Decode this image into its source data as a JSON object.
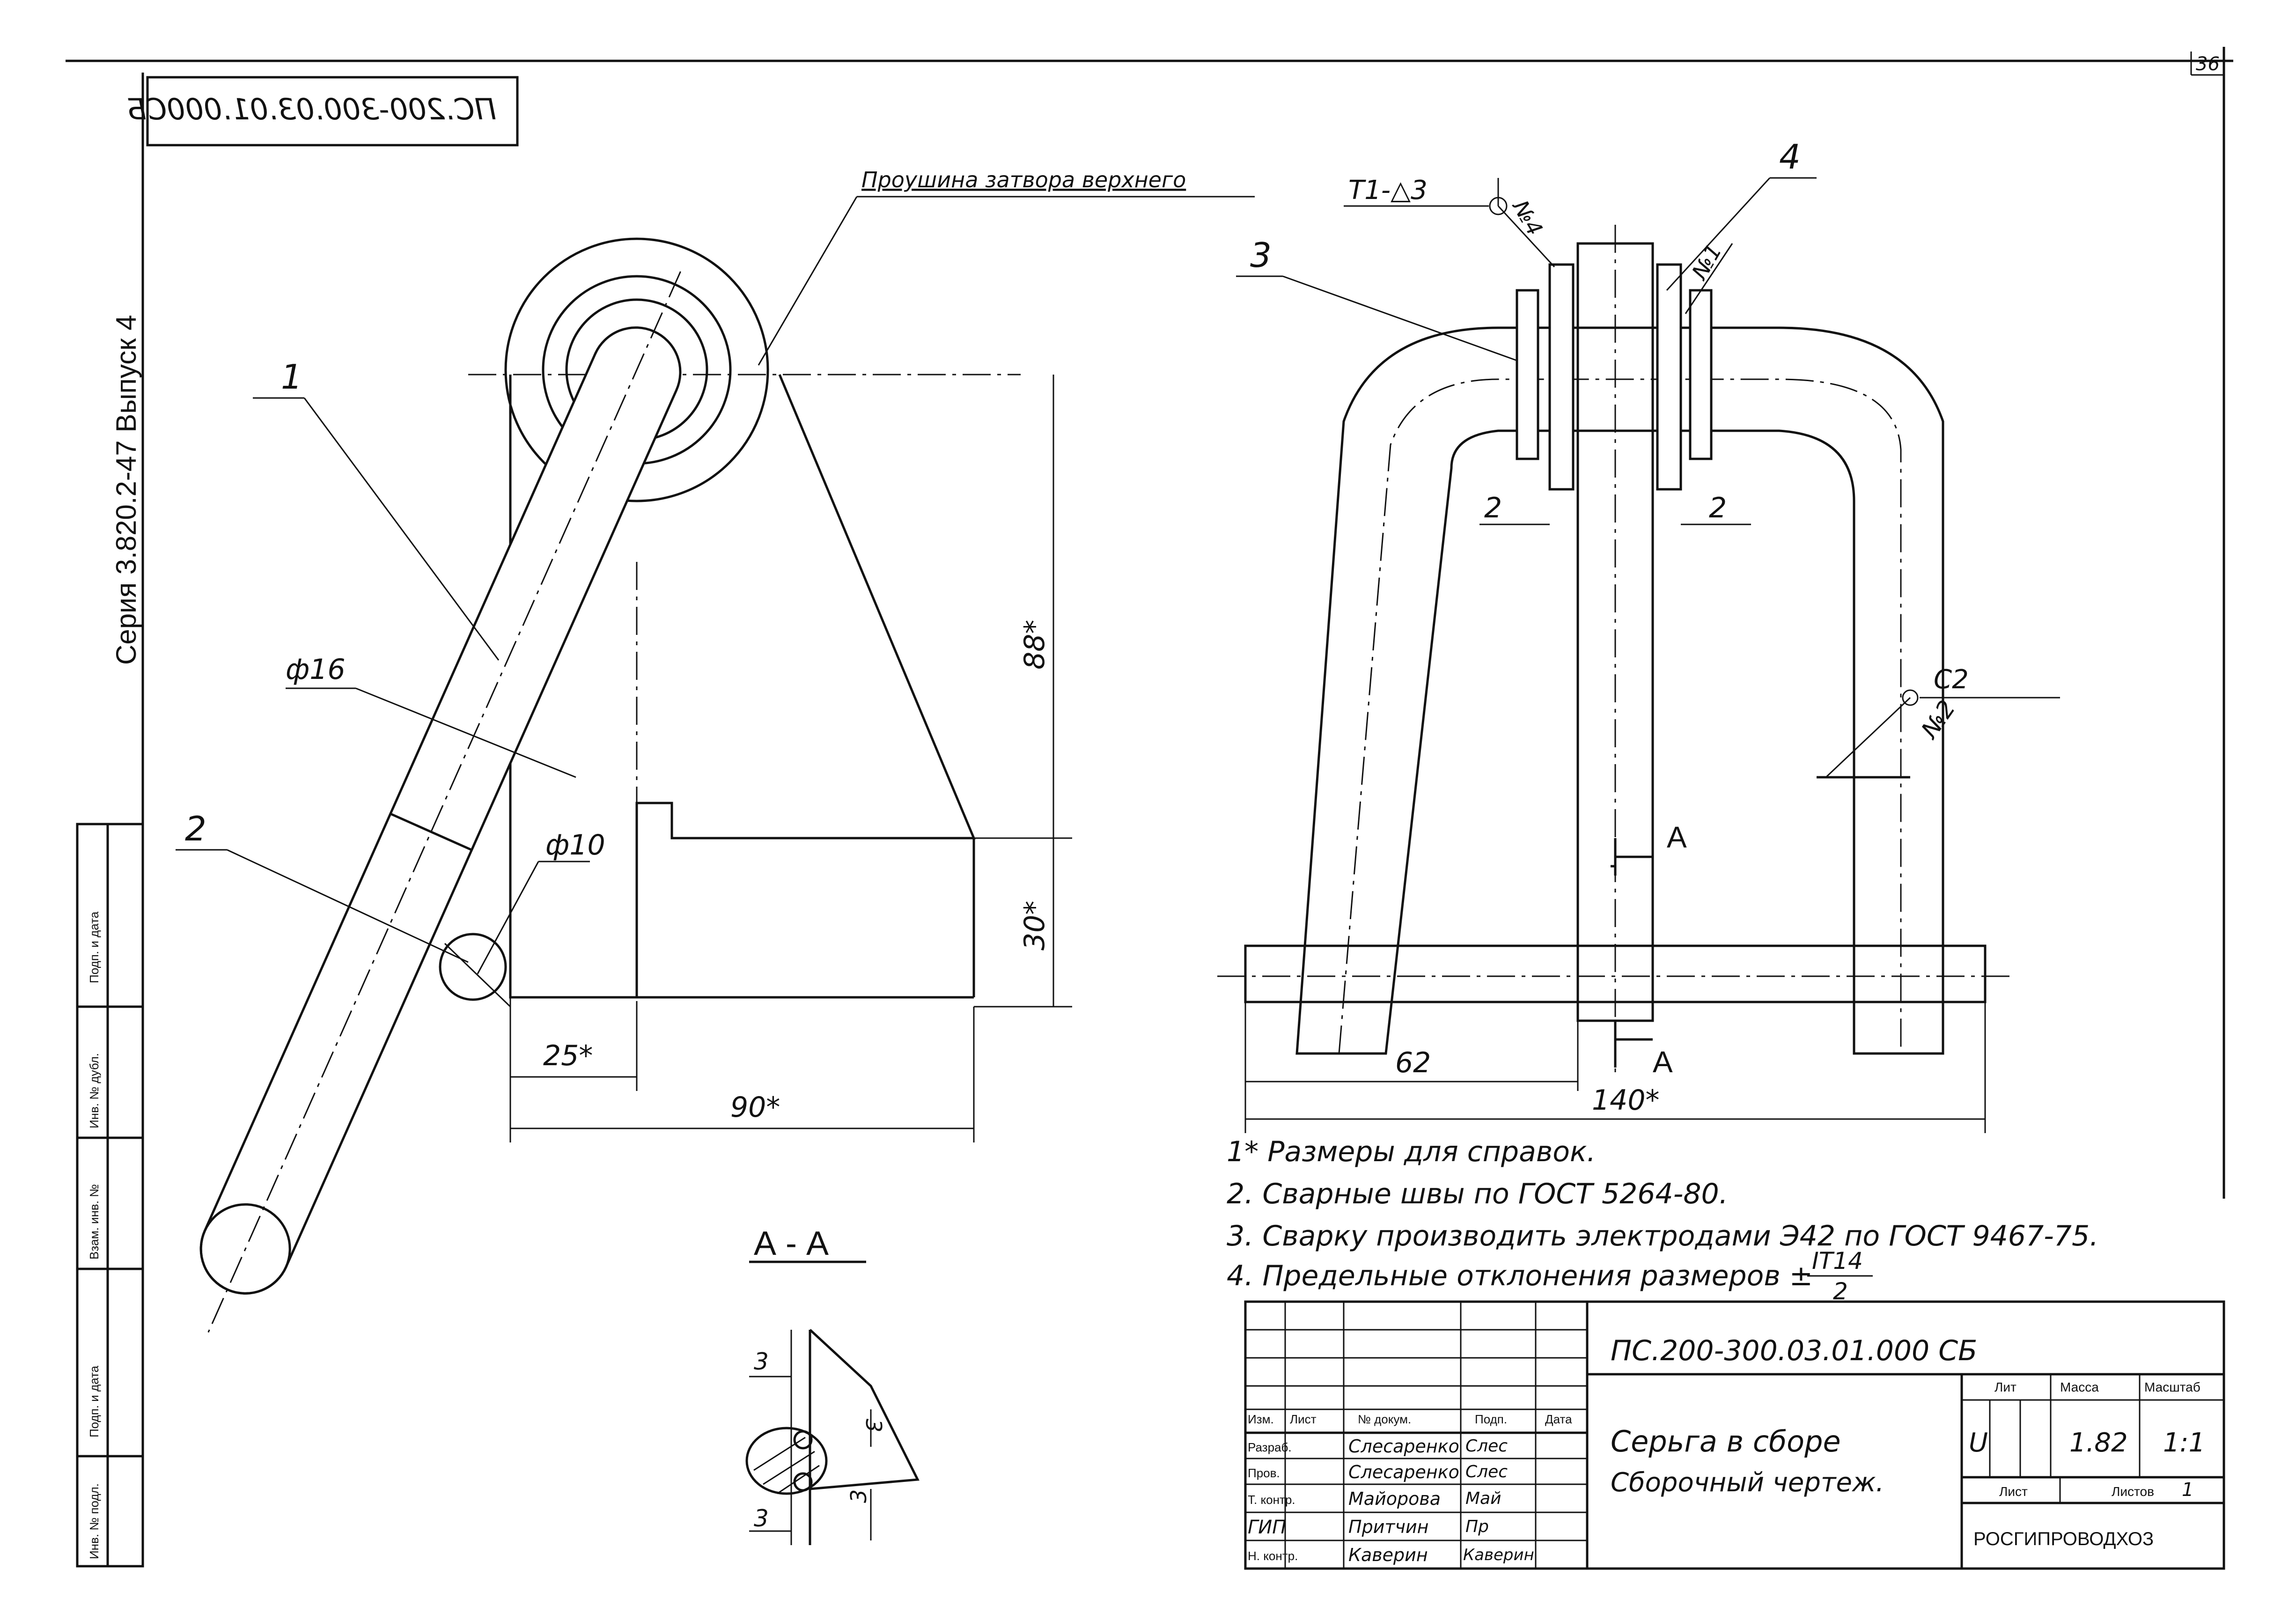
{
  "sheet": {
    "page_number": "36",
    "mirrored_code": "ПС.200-300.03.01.000СБ",
    "series_label": "Серия 3.820.2-47 Выпуск 4"
  },
  "side_stamp": {
    "fields": [
      "Подп. и дата",
      "Инв. № дубл.",
      "Взам. инв. №",
      "Подп. и дата",
      "Инв. № подл."
    ]
  },
  "left_view": {
    "callout_part_1": "1",
    "callout_part_2": "2",
    "diameter_rod": "ф16",
    "diameter_pin": "ф10",
    "lug_label": "Проушина затвора верхнего",
    "dim_88": "88*",
    "dim_30": "30*",
    "dim_25": "25*",
    "dim_90": "90*"
  },
  "right_view": {
    "callout_part_3": "3",
    "callout_part_4": "4",
    "weld_top": "Т1-△3",
    "weld_no4": "№4",
    "weld_no1": "№1",
    "weld_no2": "№2",
    "weld_c2": "С2",
    "gap_left": "2",
    "gap_right": "2",
    "section_mark_top": "A",
    "section_mark_bottom": "A",
    "dim_62": "62",
    "dim_140": "140*"
  },
  "section_view": {
    "title": "А - А",
    "dim_top": "3",
    "dim_bottom": "3",
    "dim_side_top": "3",
    "dim_side_bottom": "3"
  },
  "notes": [
    "1* Размеры для справок.",
    "2. Сварные швы по ГОСТ 5264-80.",
    "3. Сварку производить электродами Э42 по ГОСТ 9467-75.",
    "4. Предельные отклонения размеров ±"
  ],
  "tolerance_fraction": {
    "numerator": "IT14",
    "denominator": "2"
  },
  "title_block": {
    "document_code": "ПС.200-300.03.01.000 СБ",
    "name_line1": "Серьга в сборе",
    "name_line2": "Сборочный чертеж.",
    "header": [
      "Изм.",
      "Лист",
      "№ докум.",
      "Подп.",
      "Дата"
    ],
    "roles": [
      {
        "role": "Разраб.",
        "name": "Слесаренко",
        "sign": "Слес"
      },
      {
        "role": "Пров.",
        "name": "Слесаренко",
        "sign": "Слес"
      },
      {
        "role": "Т. контр.",
        "name": "Майорова",
        "sign": "Май"
      },
      {
        "role": "ГИП",
        "name": "Притчин",
        "sign": "Пр"
      },
      {
        "role": "Н. контр.",
        "name": "Каверин",
        "sign": "Каверин"
      }
    ],
    "lit_label": "Лит",
    "mass_label": "Масса",
    "scale_label": "Масштаб",
    "lit_value": "U",
    "mass_value": "1.82",
    "scale_value": "1:1",
    "sheet_label": "Лист",
    "sheets_label": "Листов",
    "sheets_value": "1",
    "organization": "РОСГИПРОВОДХОЗ"
  }
}
